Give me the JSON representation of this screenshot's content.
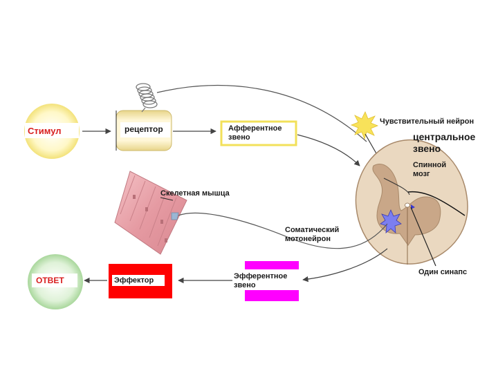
{
  "labels": {
    "stimulus": "Стимул",
    "receptor": "рецептор",
    "afferent": "Афферентное звено",
    "sensory_neuron": "Чувствительный нейрон",
    "central": "центральное звено",
    "spinal_cord": "Спинной мозг",
    "skeletal_muscle": "Скелетная мышца",
    "somatic_motoneuron": "Соматический мотонейрон",
    "one_synapse": "Один синапс",
    "efferent": "Эфферентное звено",
    "effector": "Эффектор",
    "response": "ОТВЕТ"
  },
  "colors": {
    "stimulus_text": "#d81e1e",
    "response_text": "#d81e1e",
    "stimulus_circle": "#fff3a6",
    "response_circle": "#c9ecc0",
    "afferent_border": "#f2e05a",
    "efferent_box": "#ff00ff",
    "effector_box": "#ff0000",
    "arrow": "#444444",
    "spinal_light": "#ead8c0",
    "spinal_dark": "#c9a788",
    "muscle": "#e8a3aa",
    "neuron_purple": "#7c7ef0",
    "sensory_yellow": "#f8e25a"
  },
  "icons": [
    "coil-icon",
    "sun-neuron-icon",
    "star-neuron-icon"
  ]
}
